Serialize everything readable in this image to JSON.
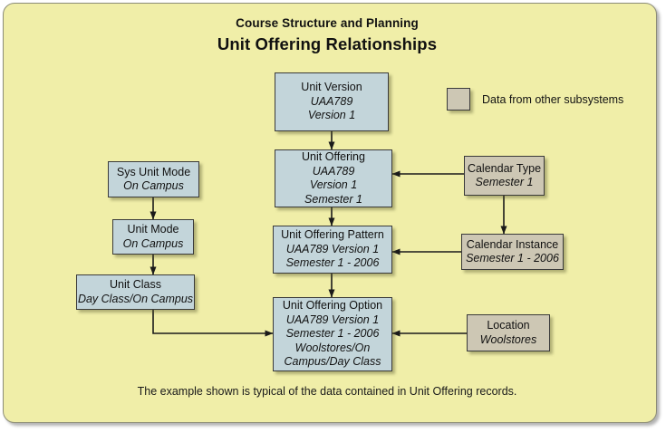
{
  "panel": {
    "background_color": "#f0eea8",
    "border_color": "#8c8c78"
  },
  "header": {
    "subtitle": "Course Structure and Planning",
    "title": "Unit Offering Relationships"
  },
  "legend": {
    "swatch_color": "#cdc7b4",
    "label": "Data from other subsystems"
  },
  "colors": {
    "core_node": "#c3d5da",
    "external_node": "#cdc7b4",
    "node_border": "#3a3a3a",
    "connector": "#1a1a1a"
  },
  "nodes": [
    {
      "id": "unit-version",
      "kind": "core",
      "title": "Unit Version",
      "details": [
        "UAA789",
        "Version 1"
      ]
    },
    {
      "id": "unit-offering",
      "kind": "core",
      "title": "Unit Offering",
      "details": [
        "UAA789",
        "Version 1",
        "Semester 1"
      ]
    },
    {
      "id": "unit-offering-pattern",
      "kind": "core",
      "title": "Unit Offering Pattern",
      "details": [
        "UAA789 Version 1",
        "Semester 1 - 2006"
      ]
    },
    {
      "id": "unit-offering-option",
      "kind": "core",
      "title": "Unit Offering Option",
      "details": [
        "UAA789 Version 1",
        "Semester 1 - 2006",
        "Woolstores/On",
        "Campus/Day Class"
      ]
    },
    {
      "id": "sys-unit-mode",
      "kind": "core",
      "title": "Sys Unit Mode",
      "details": [
        "On Campus"
      ]
    },
    {
      "id": "unit-mode",
      "kind": "core",
      "title": "Unit Mode",
      "details": [
        "On Campus"
      ]
    },
    {
      "id": "unit-class",
      "kind": "core",
      "title": "Unit Class",
      "details": [
        "Day Class/On Campus"
      ]
    },
    {
      "id": "calendar-type",
      "kind": "external",
      "title": "Calendar Type",
      "details": [
        "Semester 1"
      ]
    },
    {
      "id": "calendar-instance",
      "kind": "external",
      "title": "Calendar Instance",
      "details": [
        "Semester 1 - 2006"
      ]
    },
    {
      "id": "location",
      "kind": "external",
      "title": "Location",
      "details": [
        "Woolstores"
      ]
    }
  ],
  "connections": [
    {
      "from": "unit-version",
      "to": "unit-offering"
    },
    {
      "from": "unit-offering",
      "to": "unit-offering-pattern"
    },
    {
      "from": "unit-offering-pattern",
      "to": "unit-offering-option"
    },
    {
      "from": "sys-unit-mode",
      "to": "unit-mode"
    },
    {
      "from": "unit-mode",
      "to": "unit-class"
    },
    {
      "from": "unit-class",
      "to": "unit-offering-option"
    },
    {
      "from": "calendar-type",
      "to": "unit-offering"
    },
    {
      "from": "calendar-type",
      "to": "calendar-instance"
    },
    {
      "from": "calendar-instance",
      "to": "unit-offering-pattern"
    },
    {
      "from": "location",
      "to": "unit-offering-option"
    }
  ],
  "footer": {
    "note": "The example shown is typical of the data contained in Unit Offering records."
  }
}
